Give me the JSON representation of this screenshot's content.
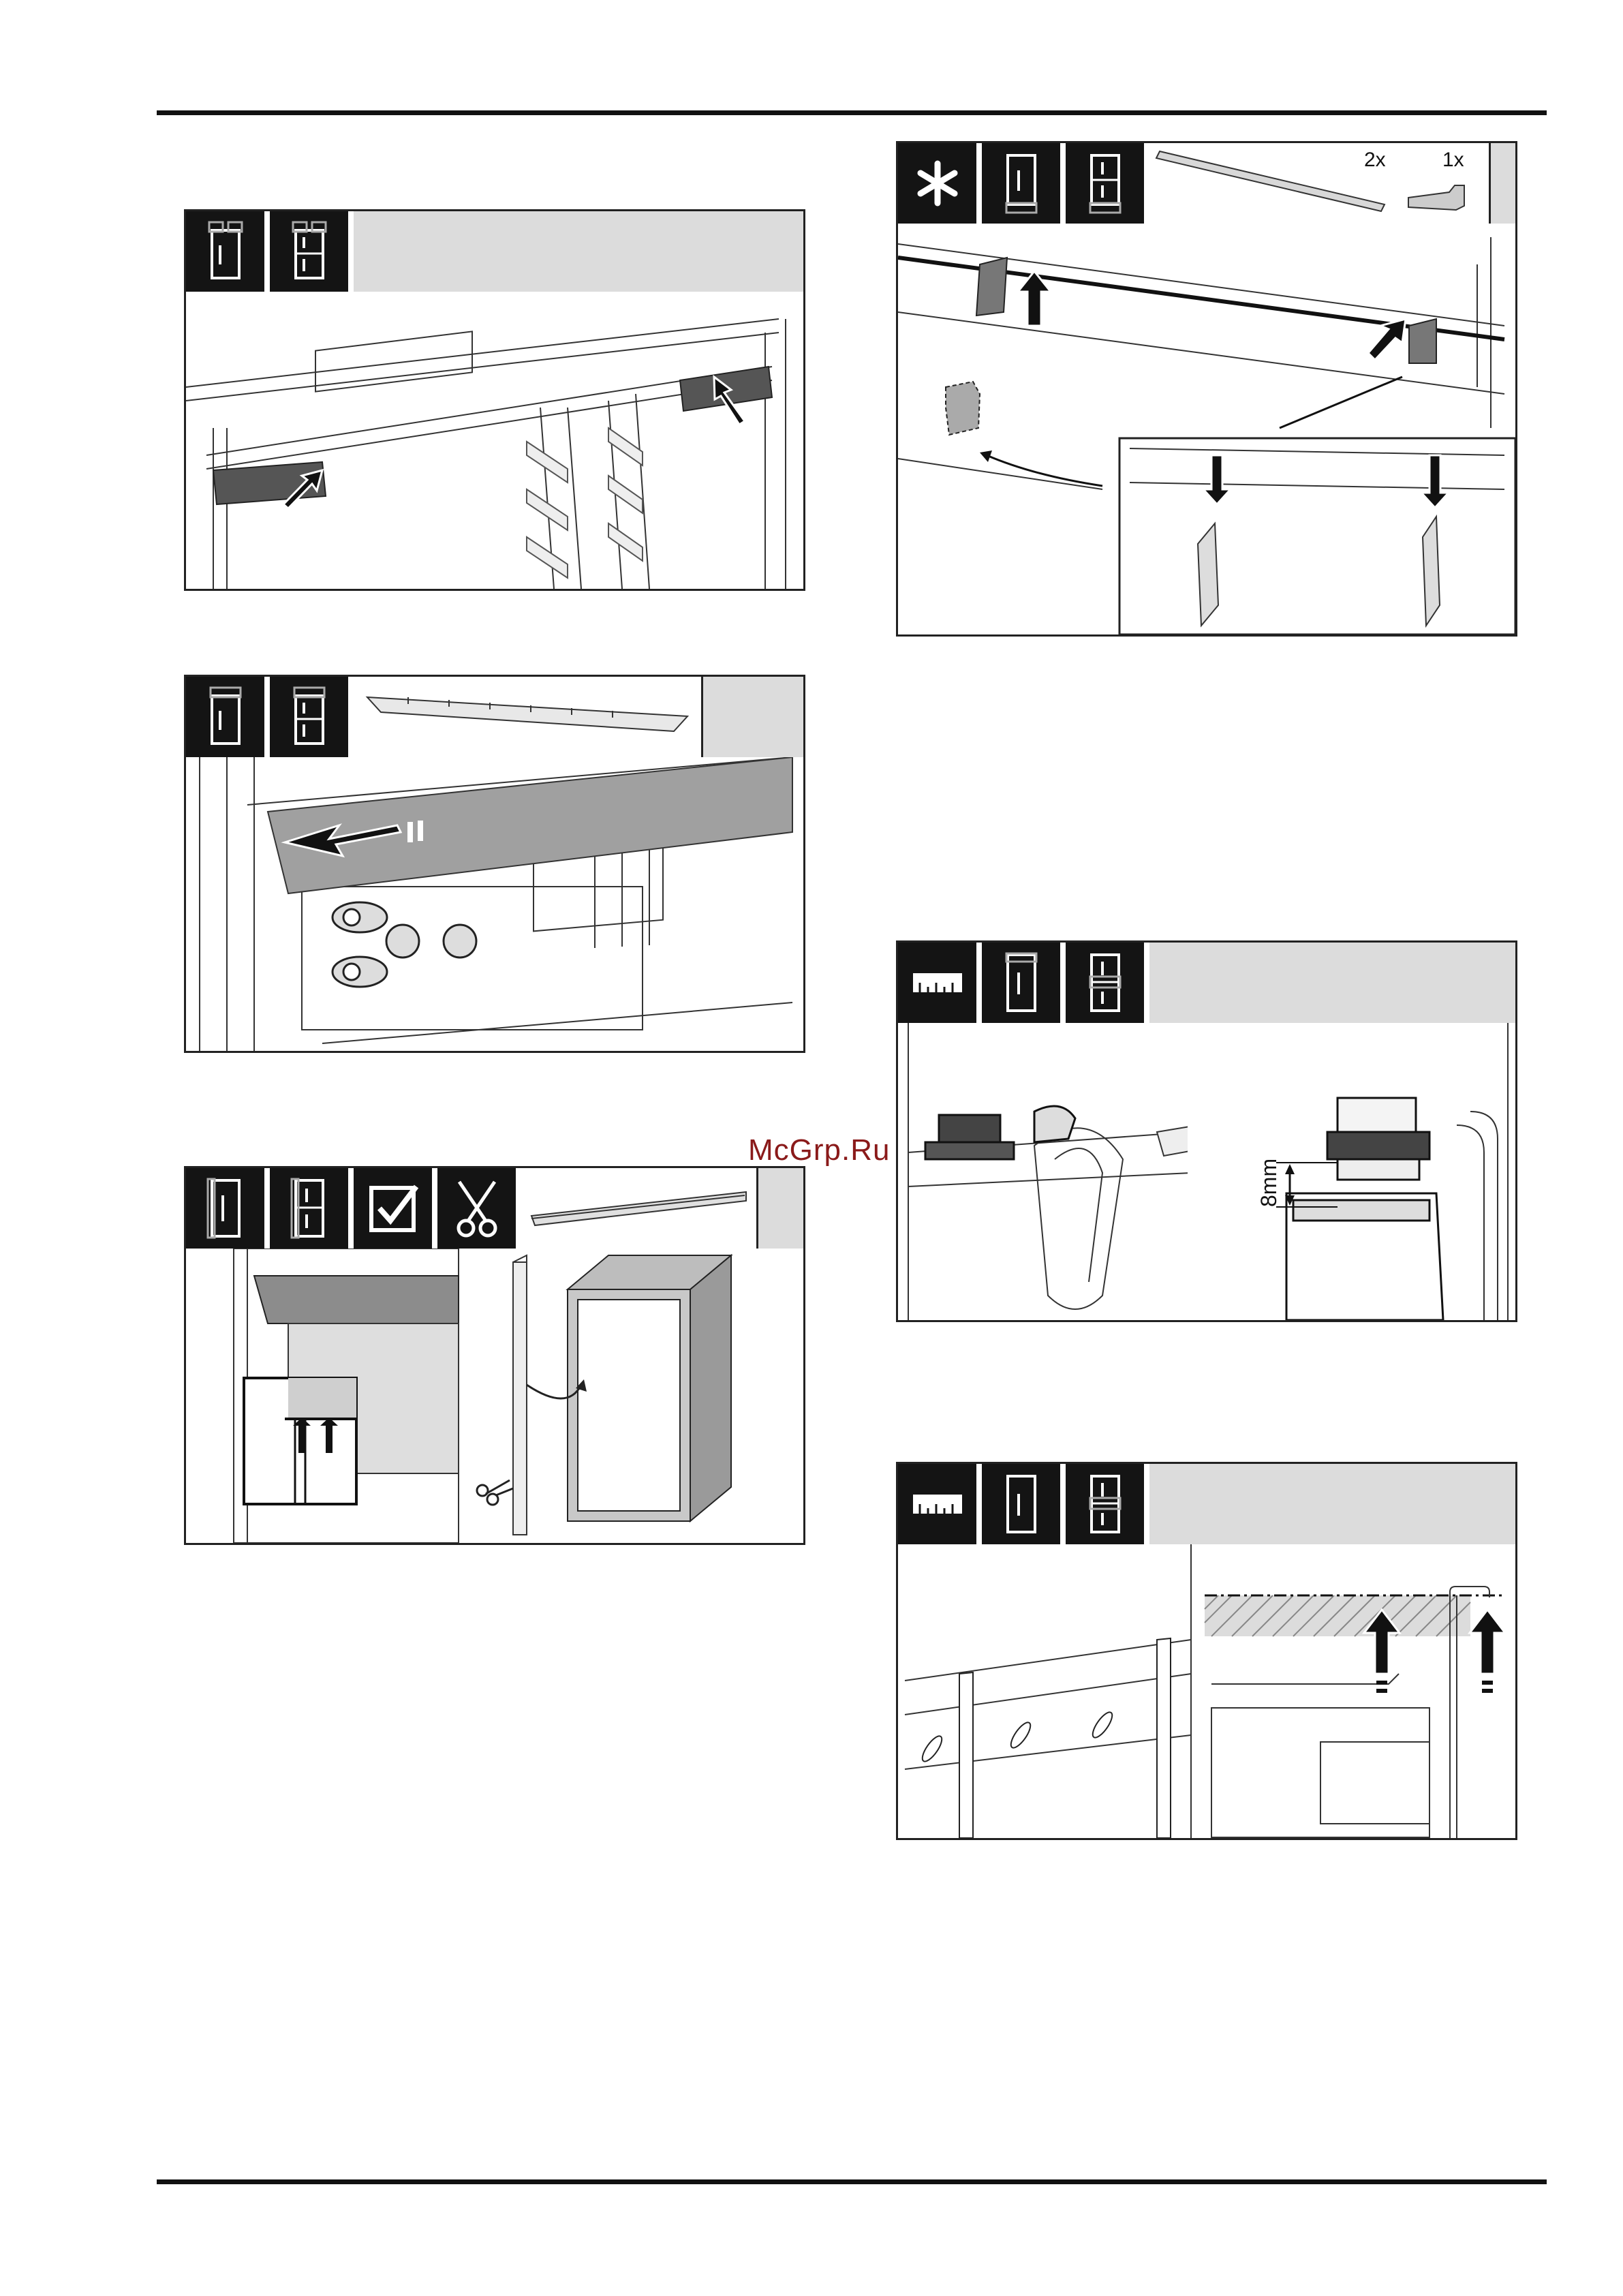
{
  "watermark": "McGrp.Ru",
  "panel_top_right": {
    "qty_left": "2x",
    "qty_right": "1x"
  },
  "panel_adjust": {
    "dimension": "8mm"
  },
  "icons": {
    "fridge": "fridge-icon",
    "fridge_freezer": "fridge-freezer-icon",
    "checkbox": "checkbox-icon",
    "scissors": "scissors-icon",
    "ruler": "ruler-icon",
    "asterisk": "asterisk-icon",
    "arrow": "arrow-icon"
  },
  "colors": {
    "header_dark": "#141414",
    "header_grey": "#d9d9d9",
    "line": "#222222"
  }
}
